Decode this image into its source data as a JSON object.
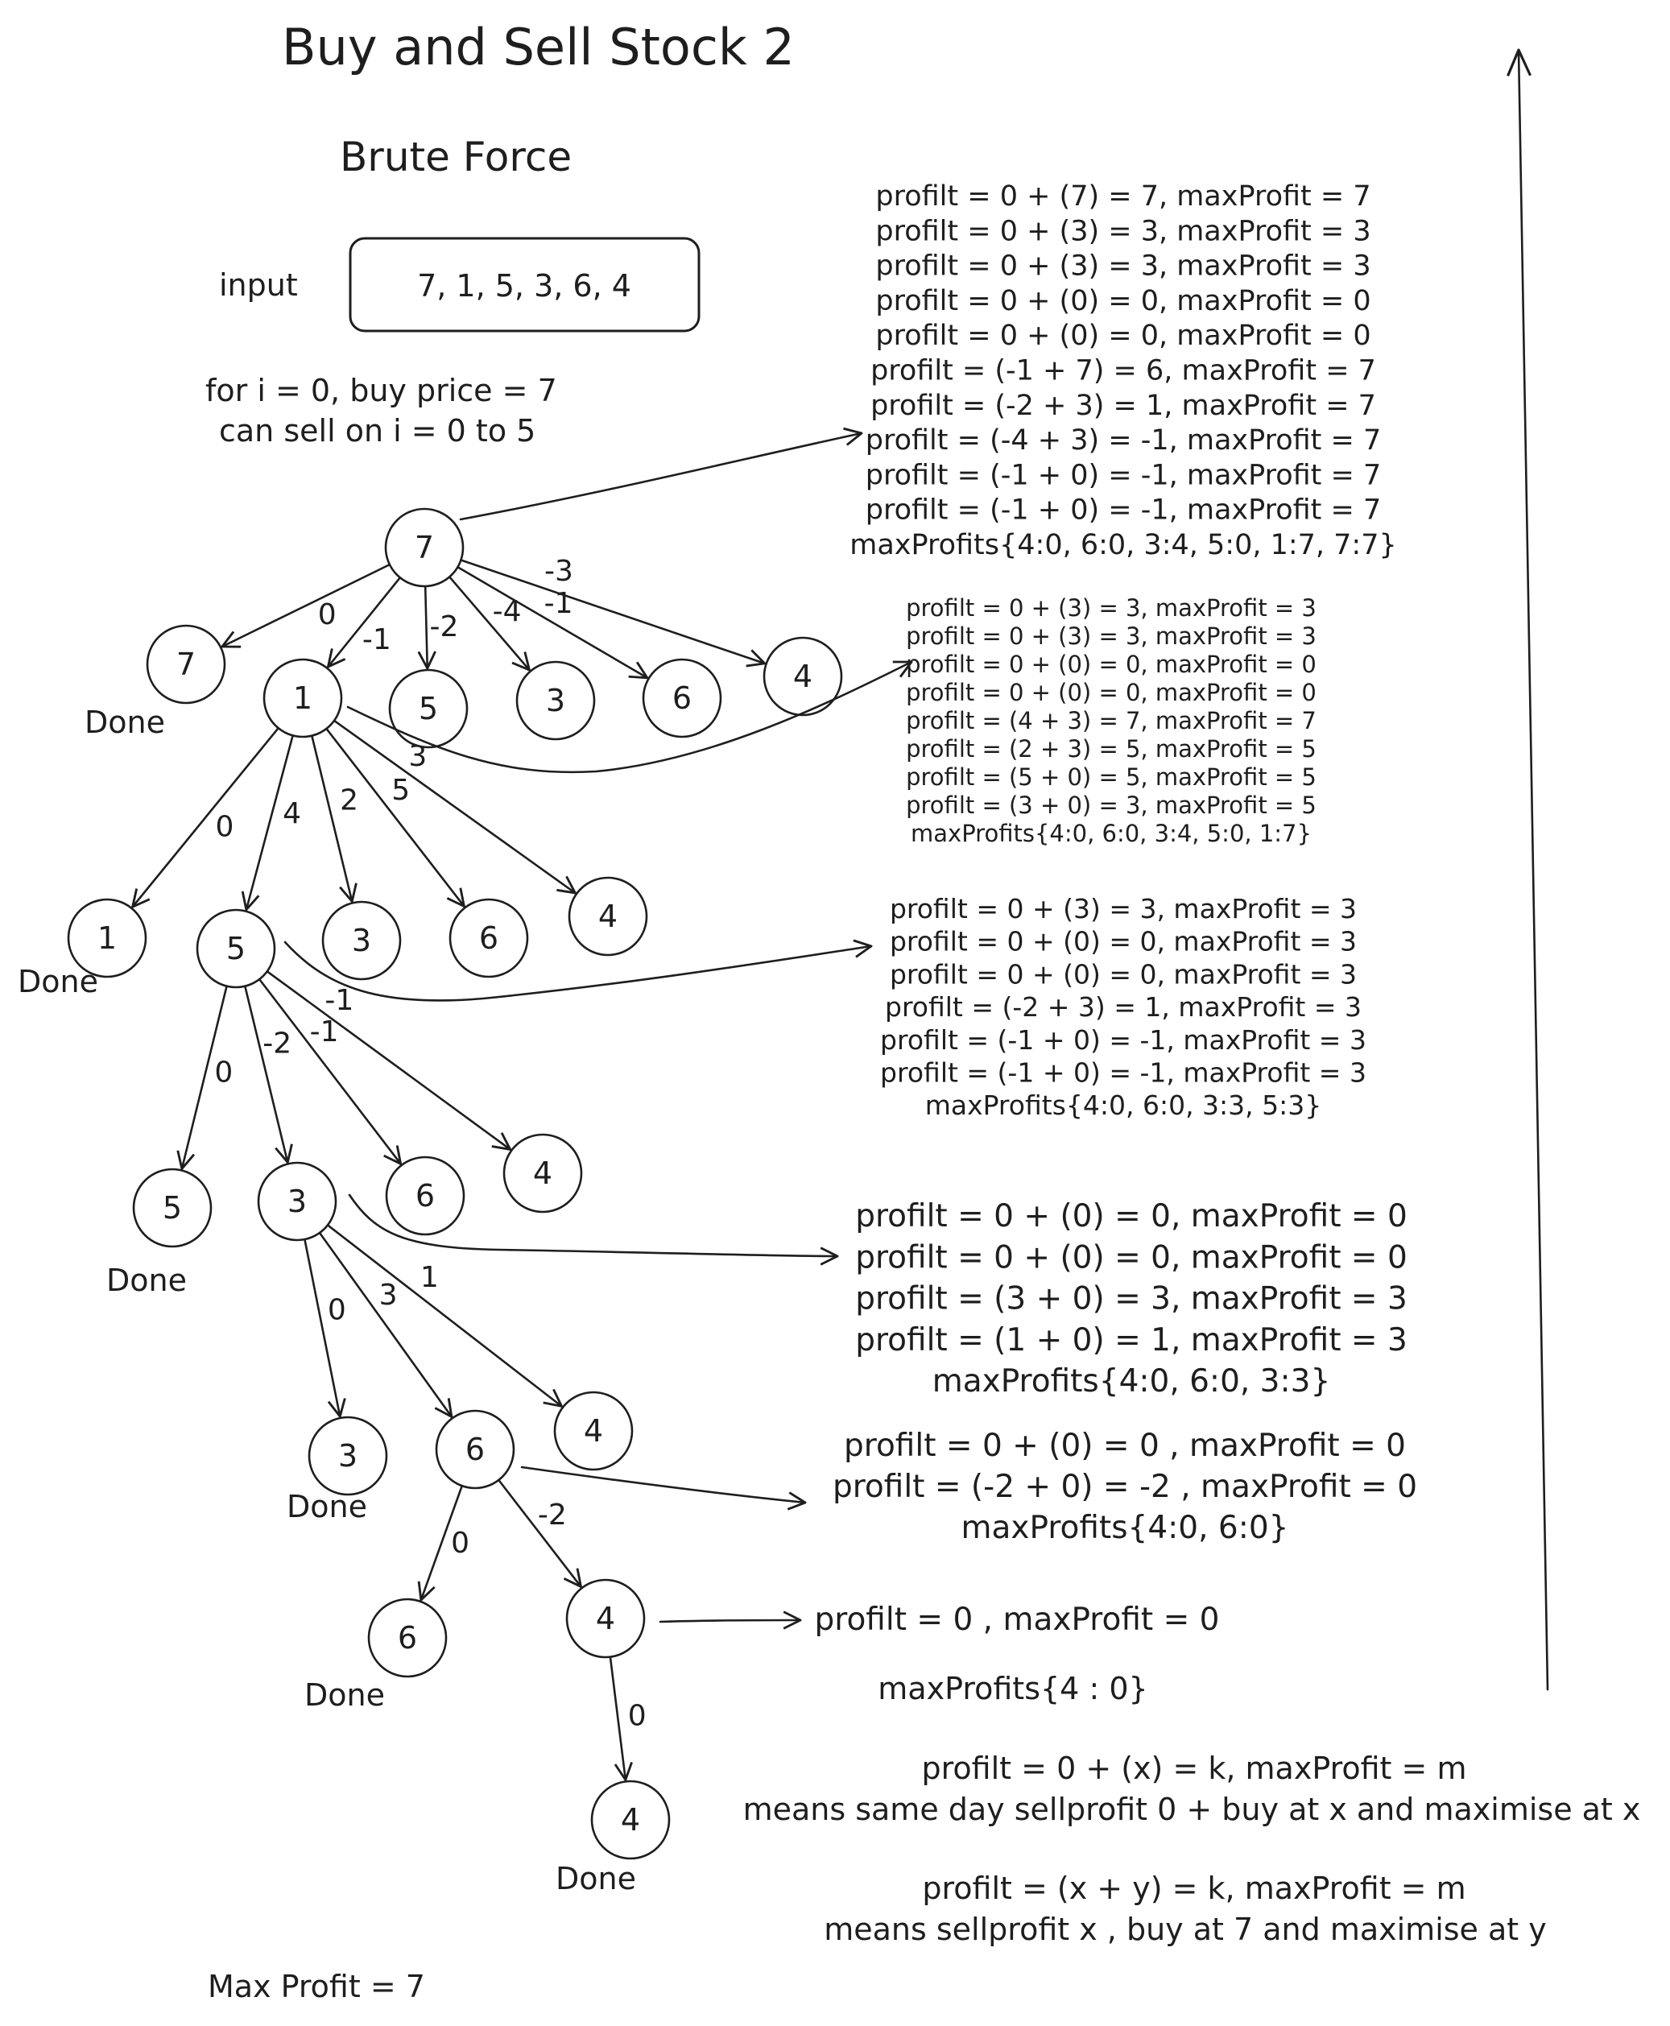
{
  "title": "Buy and Sell Stock 2",
  "subtitle": "Brute Force",
  "input": {
    "label": "input",
    "value": "7, 1, 5, 3, 6, 4"
  },
  "intro": [
    "for i = 0, buy price = 7",
    "can sell on i = 0 to 5"
  ],
  "done_label": "Done",
  "max_profit": "Max Profit = 7",
  "nodes": [
    {
      "id": "r7",
      "label": "7"
    },
    {
      "id": "a7",
      "label": "7"
    },
    {
      "id": "a1",
      "label": "1"
    },
    {
      "id": "a5",
      "label": "5"
    },
    {
      "id": "a3",
      "label": "3"
    },
    {
      "id": "a6",
      "label": "6"
    },
    {
      "id": "a4",
      "label": "4"
    },
    {
      "id": "b1",
      "label": "1"
    },
    {
      "id": "b5",
      "label": "5"
    },
    {
      "id": "b3",
      "label": "3"
    },
    {
      "id": "b6",
      "label": "6"
    },
    {
      "id": "b4",
      "label": "4"
    },
    {
      "id": "c5",
      "label": "5"
    },
    {
      "id": "c3",
      "label": "3"
    },
    {
      "id": "c6",
      "label": "6"
    },
    {
      "id": "c4",
      "label": "4"
    },
    {
      "id": "d3",
      "label": "3"
    },
    {
      "id": "d6",
      "label": "6"
    },
    {
      "id": "d4",
      "label": "4"
    },
    {
      "id": "e6",
      "label": "6"
    },
    {
      "id": "e4",
      "label": "4"
    },
    {
      "id": "f4",
      "label": "4"
    }
  ],
  "edges": [
    {
      "from": "r7",
      "to": "a7",
      "label": "0"
    },
    {
      "from": "r7",
      "to": "a1",
      "label": "-1"
    },
    {
      "from": "r7",
      "to": "a5",
      "label": "-2"
    },
    {
      "from": "r7",
      "to": "a3",
      "label": "-4"
    },
    {
      "from": "r7",
      "to": "a6",
      "label": "-1"
    },
    {
      "from": "r7",
      "to": "a4",
      "label": "-3"
    },
    {
      "from": "a1",
      "to": "b1",
      "label": "0"
    },
    {
      "from": "a1",
      "to": "b5",
      "label": "4"
    },
    {
      "from": "a1",
      "to": "b3",
      "label": "2"
    },
    {
      "from": "a1",
      "to": "b6",
      "label": "5"
    },
    {
      "from": "a1",
      "to": "b4",
      "label": "3"
    },
    {
      "from": "b5",
      "to": "c5",
      "label": "0"
    },
    {
      "from": "b5",
      "to": "c3",
      "label": "-2"
    },
    {
      "from": "b5",
      "to": "c6",
      "label": "-1"
    },
    {
      "from": "b5",
      "to": "c4",
      "label": "-1"
    },
    {
      "from": "c3",
      "to": "d3",
      "label": "0"
    },
    {
      "from": "c3",
      "to": "d6",
      "label": "3"
    },
    {
      "from": "c3",
      "to": "d4",
      "label": "1"
    },
    {
      "from": "d6",
      "to": "e6",
      "label": "0"
    },
    {
      "from": "d6",
      "to": "e4",
      "label": "-2"
    },
    {
      "from": "e4",
      "to": "f4",
      "label": "0"
    }
  ],
  "notes": [
    {
      "lines": [
        "profilt = 0 + (7) = 7, maxProfit = 7",
        "profilt = 0 + (3) = 3, maxProfit = 3",
        "profilt = 0 + (3) = 3, maxProfit = 3",
        "profilt = 0 + (0) = 0, maxProfit = 0",
        "profilt = 0 + (0) = 0, maxProfit = 0",
        "profilt = (-1 + 7) = 6, maxProfit = 7",
        "profilt = (-2 + 3) = 1, maxProfit = 7",
        "profilt = (-4 + 3) = -1, maxProfit = 7",
        "profilt = (-1 + 0) = -1, maxProfit = 7",
        "profilt = (-1 + 0) = -1, maxProfit = 7",
        "maxProfits{4:0, 6:0, 3:4, 5:0, 1:7, 7:7}"
      ]
    },
    {
      "lines": [
        "profilt = 0 + (3) = 3, maxProfit = 3",
        "profilt = 0 + (3) = 3, maxProfit = 3",
        "profilt = 0 + (0) = 0, maxProfit = 0",
        "profilt = 0 + (0) = 0, maxProfit = 0",
        "profilt = (4 + 3) = 7, maxProfit = 7",
        "profilt = (2 + 3) = 5, maxProfit = 5",
        "profilt = (5 + 0) = 5, maxProfit = 5",
        "profilt = (3 + 0) = 3, maxProfit = 5",
        "maxProfits{4:0, 6:0, 3:4, 5:0, 1:7}"
      ]
    },
    {
      "lines": [
        "profilt = 0 + (3) = 3, maxProfit = 3",
        "profilt = 0 + (0) = 0, maxProfit = 3",
        "profilt = 0 + (0) = 0, maxProfit = 3",
        "profilt = (-2 + 3) = 1, maxProfit = 3",
        "profilt = (-1 + 0) = -1, maxProfit = 3",
        "profilt = (-1 + 0) = -1, maxProfit = 3",
        "maxProfits{4:0, 6:0, 3:3, 5:3}"
      ]
    },
    {
      "lines": [
        "profilt = 0 + (0) = 0, maxProfit = 0",
        "profilt = 0 + (0) = 0, maxProfit = 0",
        "profilt = (3 + 0) = 3, maxProfit = 3",
        "profilt = (1 + 0) = 1, maxProfit = 3",
        "maxProfits{4:0, 6:0, 3:3}"
      ]
    },
    {
      "lines": [
        "profilt = 0 + (0) = 0 , maxProfit = 0",
        "profilt = (-2 + 0) = -2 , maxProfit = 0",
        "maxProfits{4:0, 6:0}"
      ]
    },
    {
      "lines": [
        "profilt = 0 , maxProfit = 0"
      ]
    },
    {
      "lines": [
        "maxProfits{4 : 0}"
      ]
    }
  ],
  "legend": [
    "profilt = 0 + (x) = k, maxProfit = m",
    "means same day sellprofit 0 + buy at x and maximise at x",
    "profilt = (x + y) = k, maxProfit = m",
    "means sellprofit x , buy at 7 and maximise at y"
  ]
}
